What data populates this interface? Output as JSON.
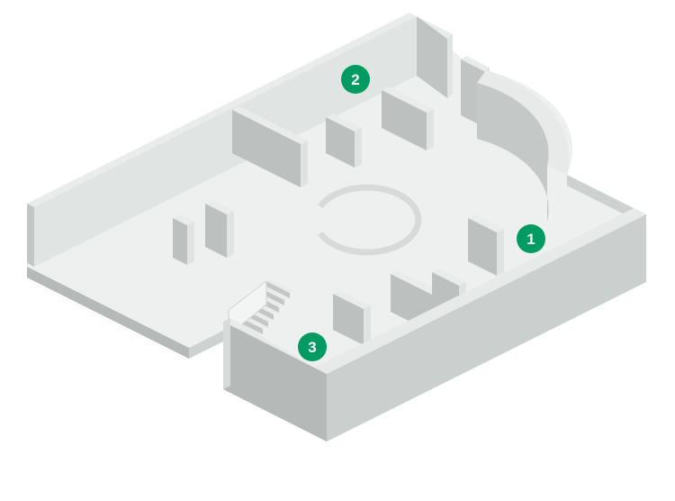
{
  "scene": {
    "type": "isometric-floor-plan",
    "background": "#ffffff"
  },
  "colors": {
    "marker": "#009b62",
    "marker_text": "#ffffff",
    "floor": "#eef0ef",
    "wall_top": "#e9eceb",
    "wall_face_light": "#e0e4e3",
    "wall_face_medium": "#cbd0cf",
    "wall_face_dark": "#bcc1c0"
  },
  "markers": [
    {
      "id": "1",
      "label": "1"
    },
    {
      "id": "2",
      "label": "2"
    },
    {
      "id": "3",
      "label": "3"
    }
  ]
}
